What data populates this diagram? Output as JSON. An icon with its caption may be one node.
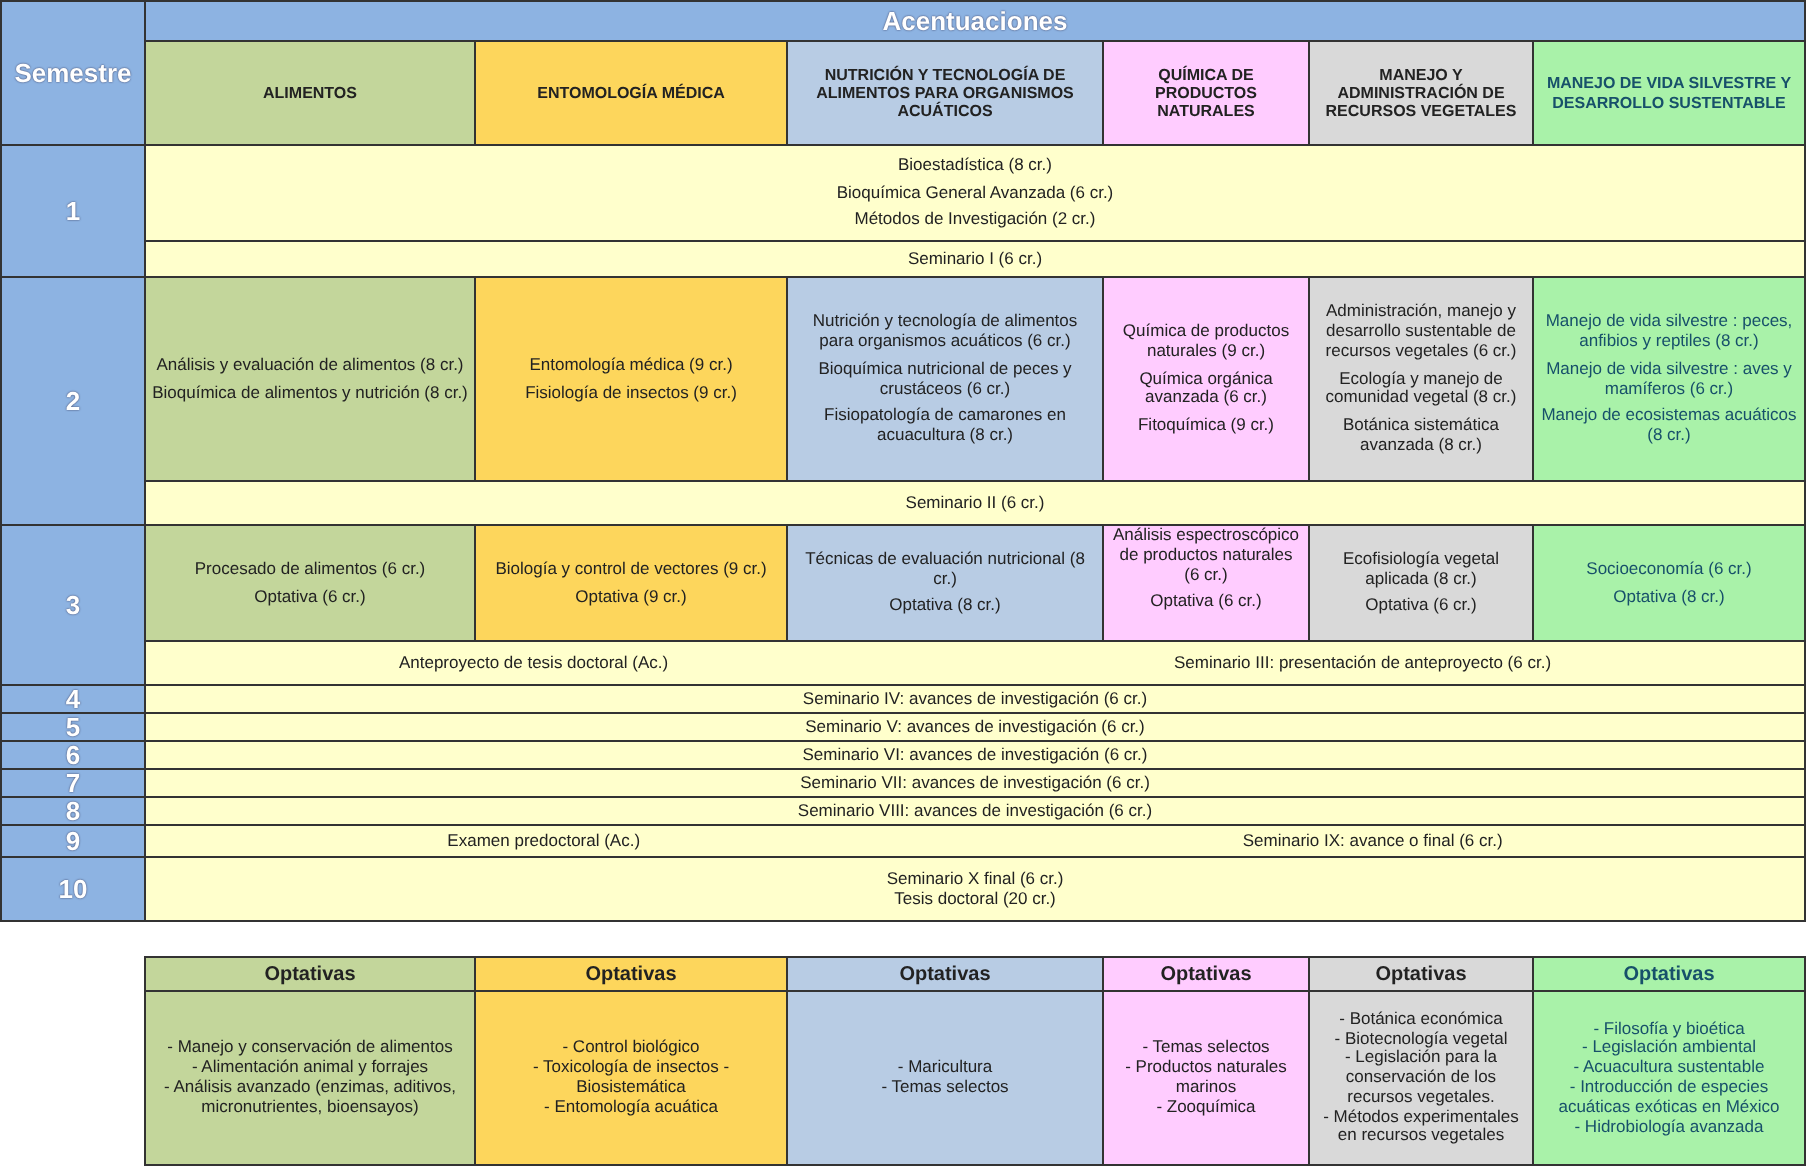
{
  "diagram": {
    "labels": [
      "Semestre",
      "Acentuaciones",
      "ALIMENTOS",
      "ENTOMOLOGÍA MÉDICA",
      "NUTRICIÓN Y TECNOLOGÍA DE ALIMENTOS PARA ORGANISMOS ACUÁTICOS",
      "QUÍMICA DE PRODUCTOS NATURALES",
      "MANEJO Y ADMINISTRACIÓN DE RECURSOS VEGETALES",
      "MANEJO DE VIDA SILVESTRE Y DESARROLLO SUSTENTABLE",
      "1",
      "Bioestadística (8 cr.)",
      "Bioquímica General Avanzada (6 cr.)",
      "Métodos de Investigación (2 cr.)",
      "Seminario I (6 cr.)",
      "2",
      "Análisis y evaluación de alimentos (8 cr.)",
      "Bioquímica de alimentos y nutrición (8 cr.)",
      "Entomología médica (9 cr.)",
      "Fisiología de insectos (9 cr.)",
      "Nutrición y tecnología de alimentos para organismos acuáticos (6 cr.)",
      "Bioquímica nutricional de peces y crustáceos (6 cr.)",
      "Fisiopatología de camarones en acuacultura (8 cr.)",
      "Química de productos naturales (9 cr.)",
      "Química orgánica avanzada (6 cr.)",
      "Fitoquímica (9 cr.)",
      "Administración, manejo y desarrollo sustentable de recursos vegetales (6 cr.)",
      "Ecología y manejo de comunidad vegetal (8 cr.)",
      "Botánica sistemática avanzada (8 cr.)",
      "Manejo de vida silvestre : peces, anfibios y reptiles (8 cr.)",
      "Manejo de vida silvestre : aves y mamíferos (6 cr.)",
      "Manejo de ecosistemas acuáticos (8 cr.)",
      "Seminario II (6 cr.)",
      "3",
      "Procesado de alimentos (6 cr.)",
      "Optativa (6 cr.)",
      "Biología y control de vectores (9 cr.)",
      "Optativa (9 cr.)",
      "Técnicas de evaluación nutricional (8 cr.)",
      "Optativa (8 cr.)",
      "Análisis espectroscópico de productos naturales (6 cr.)",
      "Optativa (6 cr.)",
      "Ecofisiología vegetal aplicada (8 cr.)",
      "Optativa (6 cr.)",
      "Socioeconomía (6 cr.)",
      "Optativa (8 cr.)",
      "Anteproyecto de tesis doctoral (Ac.)",
      "Seminario III: presentación de anteproyecto (6 cr.)",
      "4",
      "Seminario IV: avances de investigación (6 cr.)",
      "5",
      "Seminario V: avances de investigación (6 cr.)",
      "6",
      "Seminario VI: avances de investigación (6 cr.)",
      "7",
      "Seminario VII: avances de investigación (6 cr.)",
      "8",
      "Seminario VIII: avances de investigación (6 cr.)",
      "9",
      "Examen predoctoral (Ac.)",
      "Seminario IX: avance o final (6 cr.)",
      "10",
      "Seminario X final (6 cr.)",
      "Tesis doctoral (20 cr.)",
      "Optativas",
      "Optativas",
      "Optativas",
      "Optativas",
      "Optativas",
      "Optativas",
      "- Manejo y conservación de alimentos",
      "- Alimentación animal y forrajes",
      "- Análisis avanzado (enzimas, aditivos, micronutrientes, bioensayos)",
      "- Control biológico",
      "- Toxicología de insectos - Biosistemática",
      "- Entomología acuática",
      "- Maricultura",
      "- Temas selectos",
      "- Temas selectos",
      "- Productos naturales marinos",
      "- Zooquímica",
      "- Botánica económica",
      "- Biotecnología vegetal",
      "- Legislación para la conservación de los recursos vegetales.",
      "- Métodos experimentales en recursos vegetales",
      "- Filosofía y bioética",
      "- Legislación ambiental",
      "- Acuacultura sustentable",
      "- Introducción de especies acuáticas exóticas en México",
      "- Hidrobiología avanzada"
    ]
  }
}
